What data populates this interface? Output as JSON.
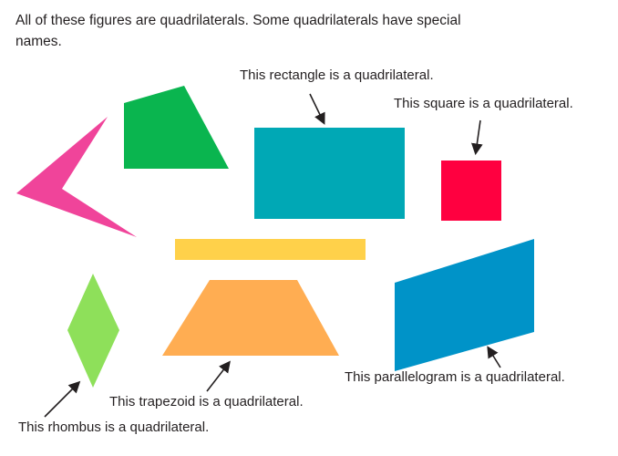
{
  "intro": "All of these figures are quadrilaterals. Some quadrilaterals have special names.",
  "labels": {
    "rectangle": "This rectangle is a quadrilateral.",
    "square": "This square is a quadrilateral.",
    "parallelogram": "This parallelogram is a quadrilateral.",
    "trapezoid": "This trapezoid is a quadrilateral.",
    "rhombus": "This rhombus is a quadrilateral."
  },
  "colors": {
    "pink": "#f0449a",
    "green": "#0ab54f",
    "teal": "#00a8b5",
    "red": "#ff0040",
    "yellow": "#ffd14a",
    "lightgreen": "#8ee05a",
    "orange": "#ffad52",
    "blue": "#0093c8"
  }
}
